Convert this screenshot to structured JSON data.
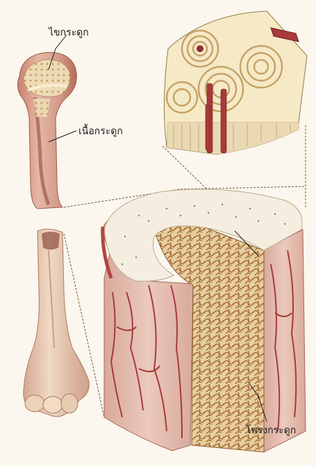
{
  "labels": {
    "bone_marrow": "ไขกระดูก",
    "bone_tissue": "เนื้อกระดูก",
    "spongy_bone": "โพรงกระดูก"
  },
  "colors": {
    "background": "#fbf6ee",
    "bone_shaft": "#e2b5a5",
    "bone_cream": "#f2ead4",
    "vessel_red": "#a63a3a",
    "spongy_tan": "#c58c4e"
  }
}
